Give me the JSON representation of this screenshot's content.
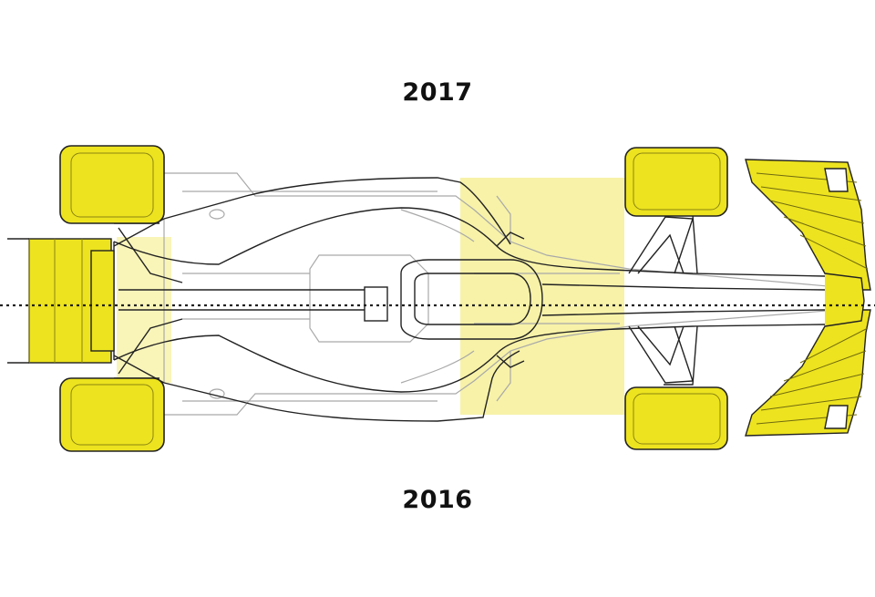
{
  "labels": {
    "top_year": "2017",
    "bottom_year": "2016"
  },
  "colors": {
    "yellow": "#ede31f",
    "highlight": "#f7f2a8",
    "outline": "#222222",
    "faint": "#a9a9a9",
    "background": "#ffffff"
  },
  "parts": {
    "tyres": [
      "front-left-tyre",
      "front-right-tyre",
      "rear-left-tyre",
      "rear-right-tyre"
    ],
    "wings": [
      "front-wing-upper",
      "front-wing-lower",
      "rear-wing"
    ]
  }
}
